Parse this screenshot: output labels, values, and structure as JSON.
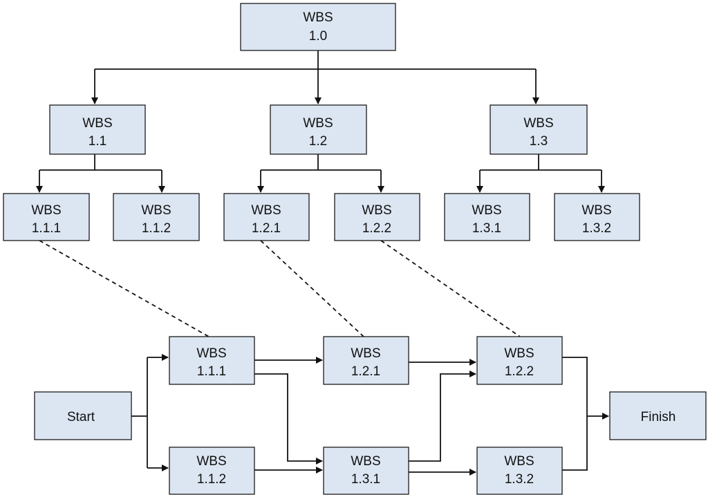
{
  "nodes": {
    "wbs_1_0": {
      "line1": "WBS",
      "line2": "1.0"
    },
    "wbs_1_1": {
      "line1": "WBS",
      "line2": "1.1"
    },
    "wbs_1_2": {
      "line1": "WBS",
      "line2": "1.2"
    },
    "wbs_1_3": {
      "line1": "WBS",
      "line2": "1.3"
    },
    "wbs_1_1_1": {
      "line1": "WBS",
      "line2": "1.1.1"
    },
    "wbs_1_1_2": {
      "line1": "WBS",
      "line2": "1.1.2"
    },
    "wbs_1_2_1": {
      "line1": "WBS",
      "line2": "1.2.1"
    },
    "wbs_1_2_2": {
      "line1": "WBS",
      "line2": "1.2.2"
    },
    "wbs_1_3_1": {
      "line1": "WBS",
      "line2": "1.3.1"
    },
    "wbs_1_3_2": {
      "line1": "WBS",
      "line2": "1.3.2"
    },
    "net_1_1_1": {
      "line1": "WBS",
      "line2": "1.1.1"
    },
    "net_1_1_2": {
      "line1": "WBS",
      "line2": "1.1.2"
    },
    "net_1_2_1": {
      "line1": "WBS",
      "line2": "1.2.1"
    },
    "net_1_3_1": {
      "line1": "WBS",
      "line2": "1.3.1"
    },
    "net_1_2_2": {
      "line1": "WBS",
      "line2": "1.2.2"
    },
    "net_1_3_2": {
      "line1": "WBS",
      "line2": "1.3.2"
    },
    "start": {
      "label": "Start"
    },
    "finish": {
      "label": "Finish"
    }
  }
}
